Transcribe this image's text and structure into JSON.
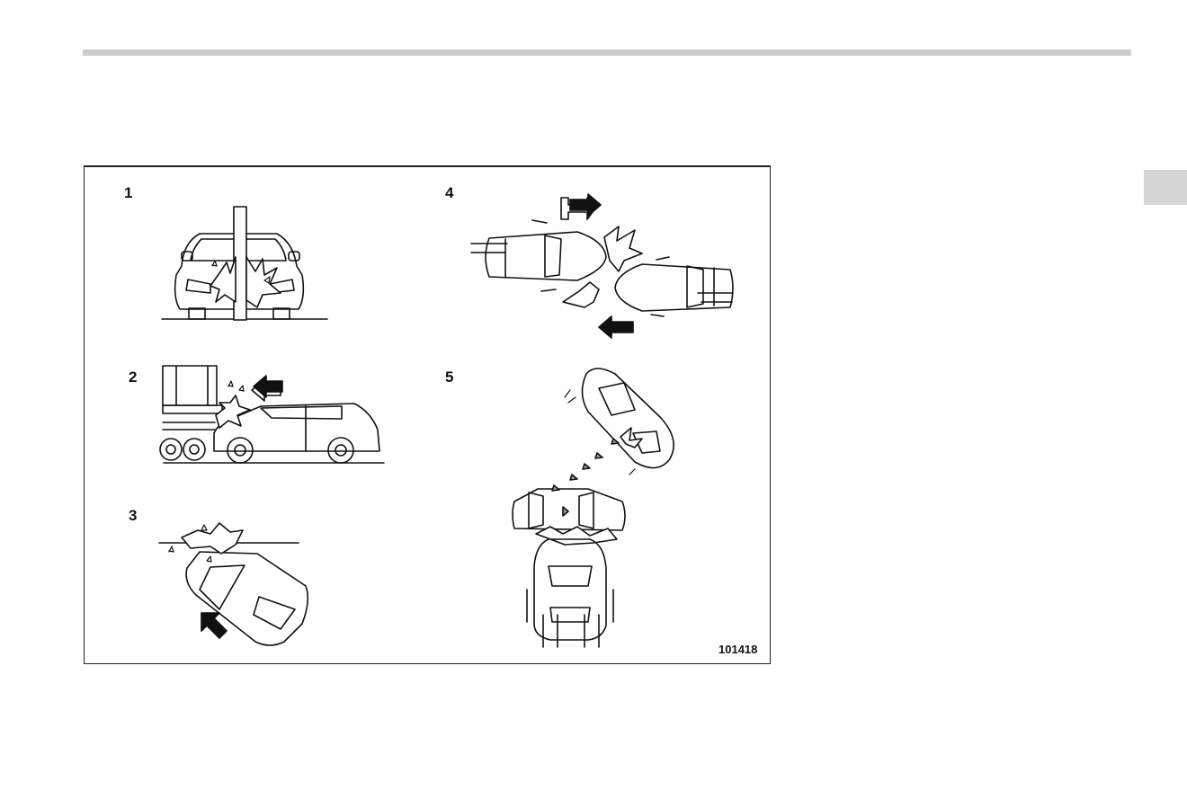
{
  "figure": {
    "panels": [
      {
        "number": "1"
      },
      {
        "number": "2"
      },
      {
        "number": "3"
      },
      {
        "number": "4"
      },
      {
        "number": "5"
      }
    ],
    "code": "101418"
  }
}
